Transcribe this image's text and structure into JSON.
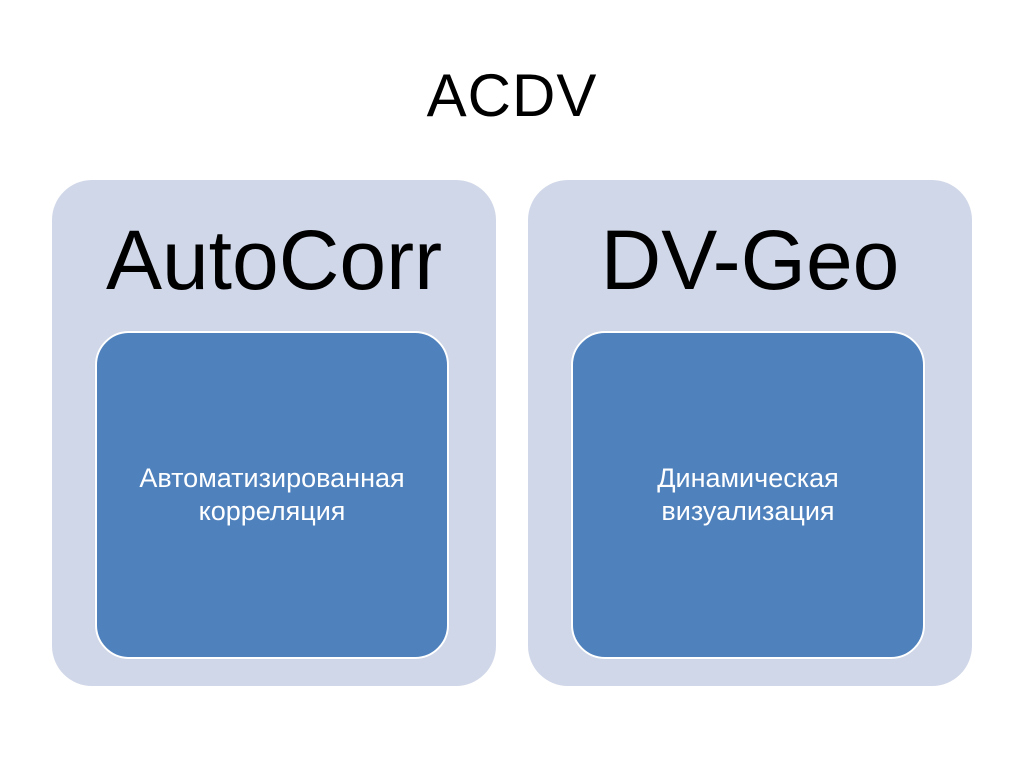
{
  "slide": {
    "title": "ACDV"
  },
  "panels": [
    {
      "heading": "AutoCorr",
      "description_lines": [
        "Автоматизированная",
        "корреляция"
      ]
    },
    {
      "heading": "DV-Geo",
      "description_lines": [
        "Динамическая",
        "визуализация"
      ]
    }
  ],
  "colors": {
    "background": "#ffffff",
    "panel_fill": "#d0d7e8",
    "box_fill": "#4f81bd",
    "box_border": "#ffffff",
    "heading_text": "#000000",
    "box_text": "#ffffff"
  }
}
